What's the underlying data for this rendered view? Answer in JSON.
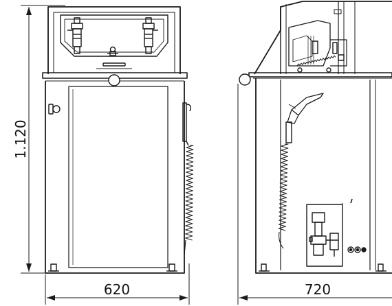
{
  "dimensions": {
    "height_label": "1.120",
    "front_width_label": "620",
    "side_depth_label": "720"
  },
  "colors": {
    "line": "#1a1a1a",
    "cabinet_fill": "#ffffff",
    "coil": "#222222"
  }
}
